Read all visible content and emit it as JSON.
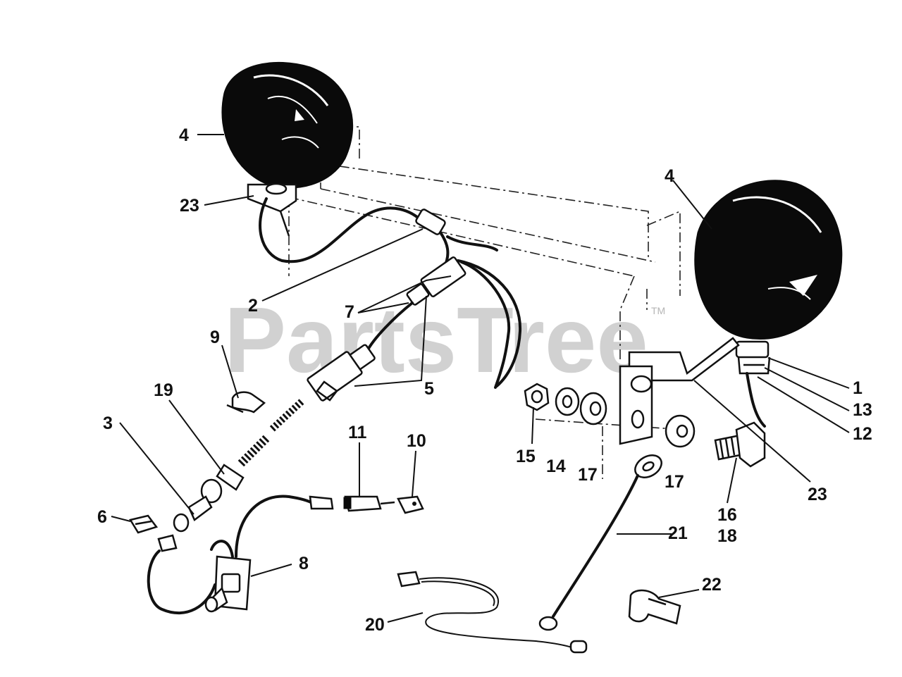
{
  "watermark": {
    "brand": "PartsTree",
    "mark": "TM"
  },
  "callouts": {
    "c1": "1",
    "c2": "2",
    "c3": "3",
    "c4a": "4",
    "c4b": "4",
    "c5": "5",
    "c6": "6",
    "c7": "7",
    "c8": "8",
    "c9": "9",
    "c10": "10",
    "c11": "11",
    "c12": "12",
    "c13": "13",
    "c14": "14",
    "c15": "15",
    "c16": "16",
    "c17a": "17",
    "c17b": "17",
    "c18": "18",
    "c19": "19",
    "c20": "20",
    "c21": "21",
    "c22": "22",
    "c23a": "23",
    "c23b": "23"
  }
}
